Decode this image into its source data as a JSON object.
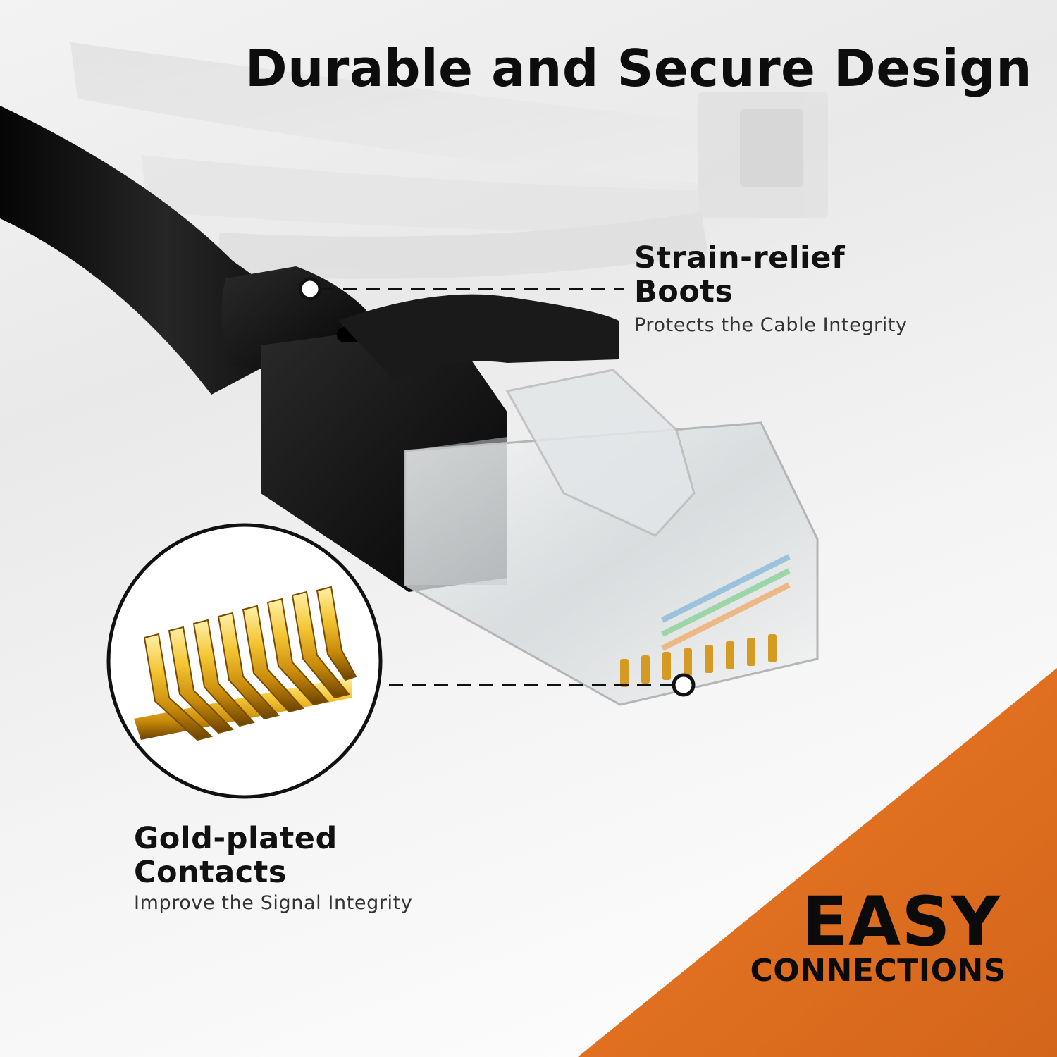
{
  "headline": "Durable and Secure Design",
  "callouts": {
    "strain_relief": {
      "title_line1": "Strain-relief",
      "title_line2": "Boots",
      "subtitle": "Protects the Cable Integrity"
    },
    "gold_contacts": {
      "title_line1": "Gold-plated",
      "title_line2": "Contacts",
      "subtitle": "Improve the Signal Integrity"
    }
  },
  "badge": {
    "line1": "EASY",
    "line2": "CONNECTIONS",
    "color": "#e07020"
  },
  "colors": {
    "cable": "#0f0f0f",
    "gold": "#e6b422",
    "background": "#f1f1f1"
  },
  "icons": [
    "rj45-connector-icon",
    "gold-contact-pins-icon"
  ]
}
